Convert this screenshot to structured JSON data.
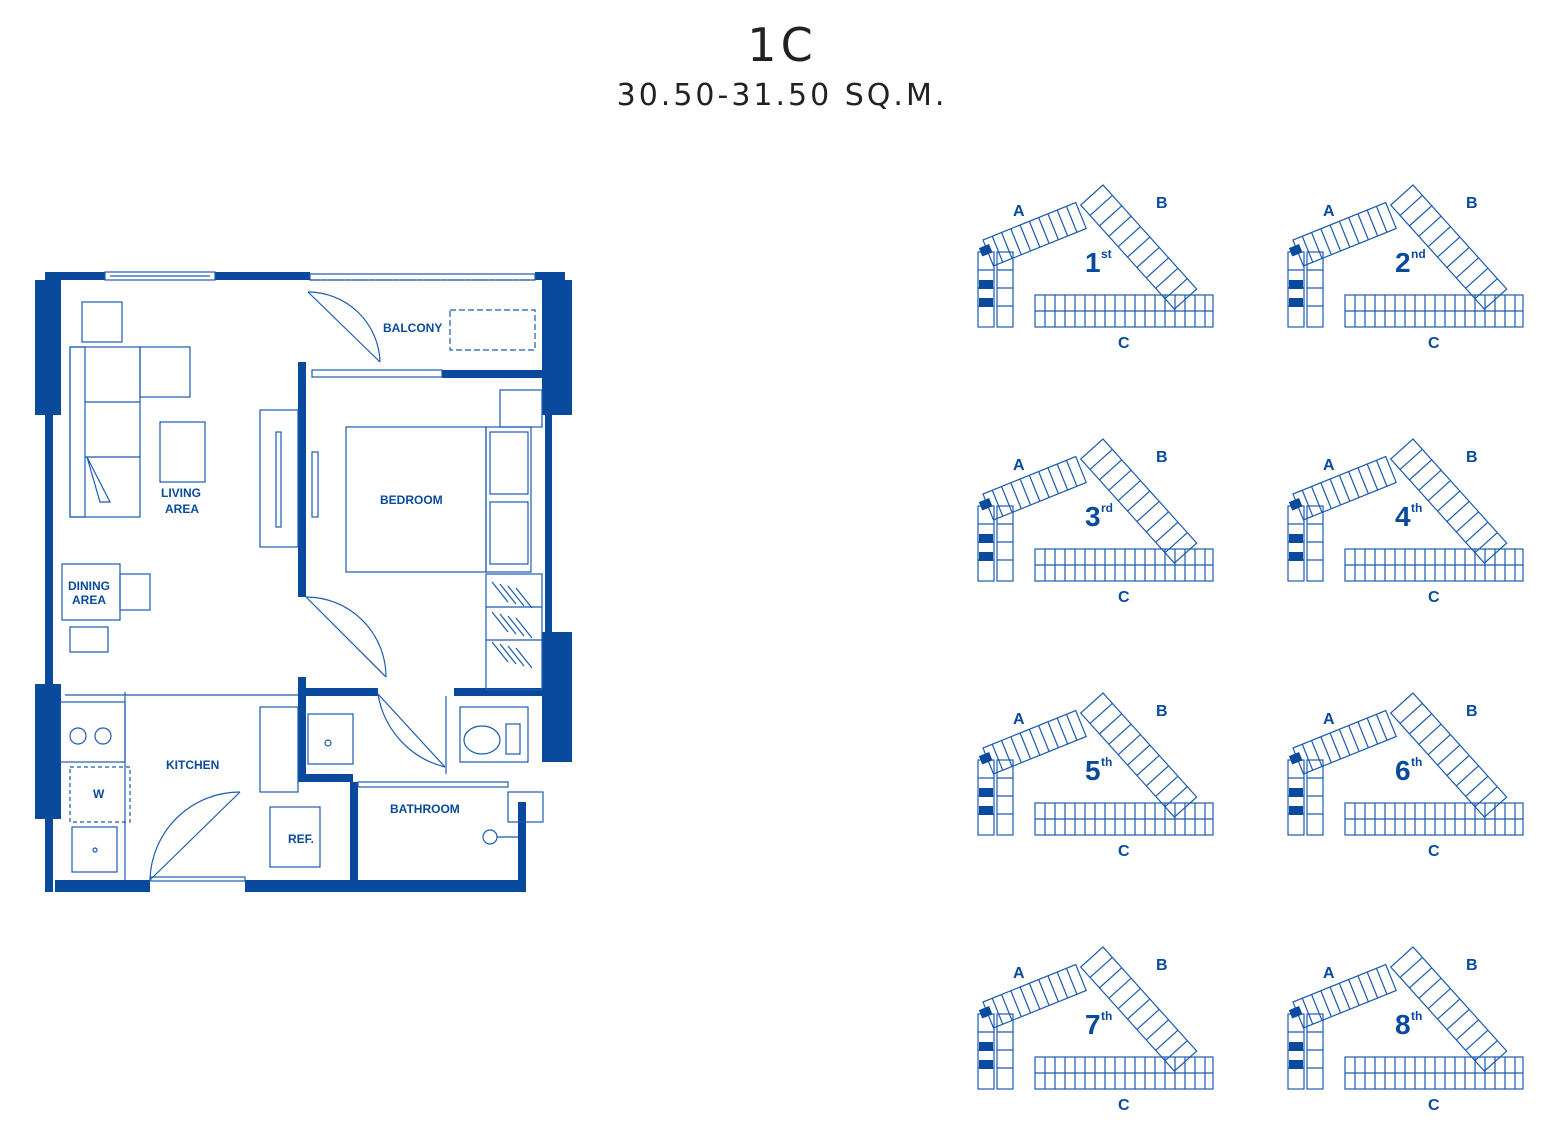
{
  "header": {
    "unit_type": "1C",
    "area": "30.50-31.50 SQ.M."
  },
  "colors": {
    "wall": "#0a4a9c",
    "line": "#1b5bb0",
    "unit_highlight": "#0a4a9c"
  },
  "floor_plan": {
    "rooms": {
      "balcony": "BALCONY",
      "living_line1": "LIVING",
      "living_line2": "AREA",
      "bedroom": "BEDROOM",
      "dining_line1": "DINING",
      "dining_line2": "AREA",
      "kitchen": "KITCHEN",
      "washer": "W",
      "fridge": "REF.",
      "bathroom": "BATHROOM"
    }
  },
  "key_plans": {
    "building_labels": {
      "a": "A",
      "b": "B",
      "c": "C"
    },
    "floors": [
      {
        "num": "1",
        "suffix": "st"
      },
      {
        "num": "2",
        "suffix": "nd"
      },
      {
        "num": "3",
        "suffix": "rd"
      },
      {
        "num": "4",
        "suffix": "th"
      },
      {
        "num": "5",
        "suffix": "th"
      },
      {
        "num": "6",
        "suffix": "th"
      },
      {
        "num": "7",
        "suffix": "th"
      },
      {
        "num": "8",
        "suffix": "th"
      }
    ]
  }
}
